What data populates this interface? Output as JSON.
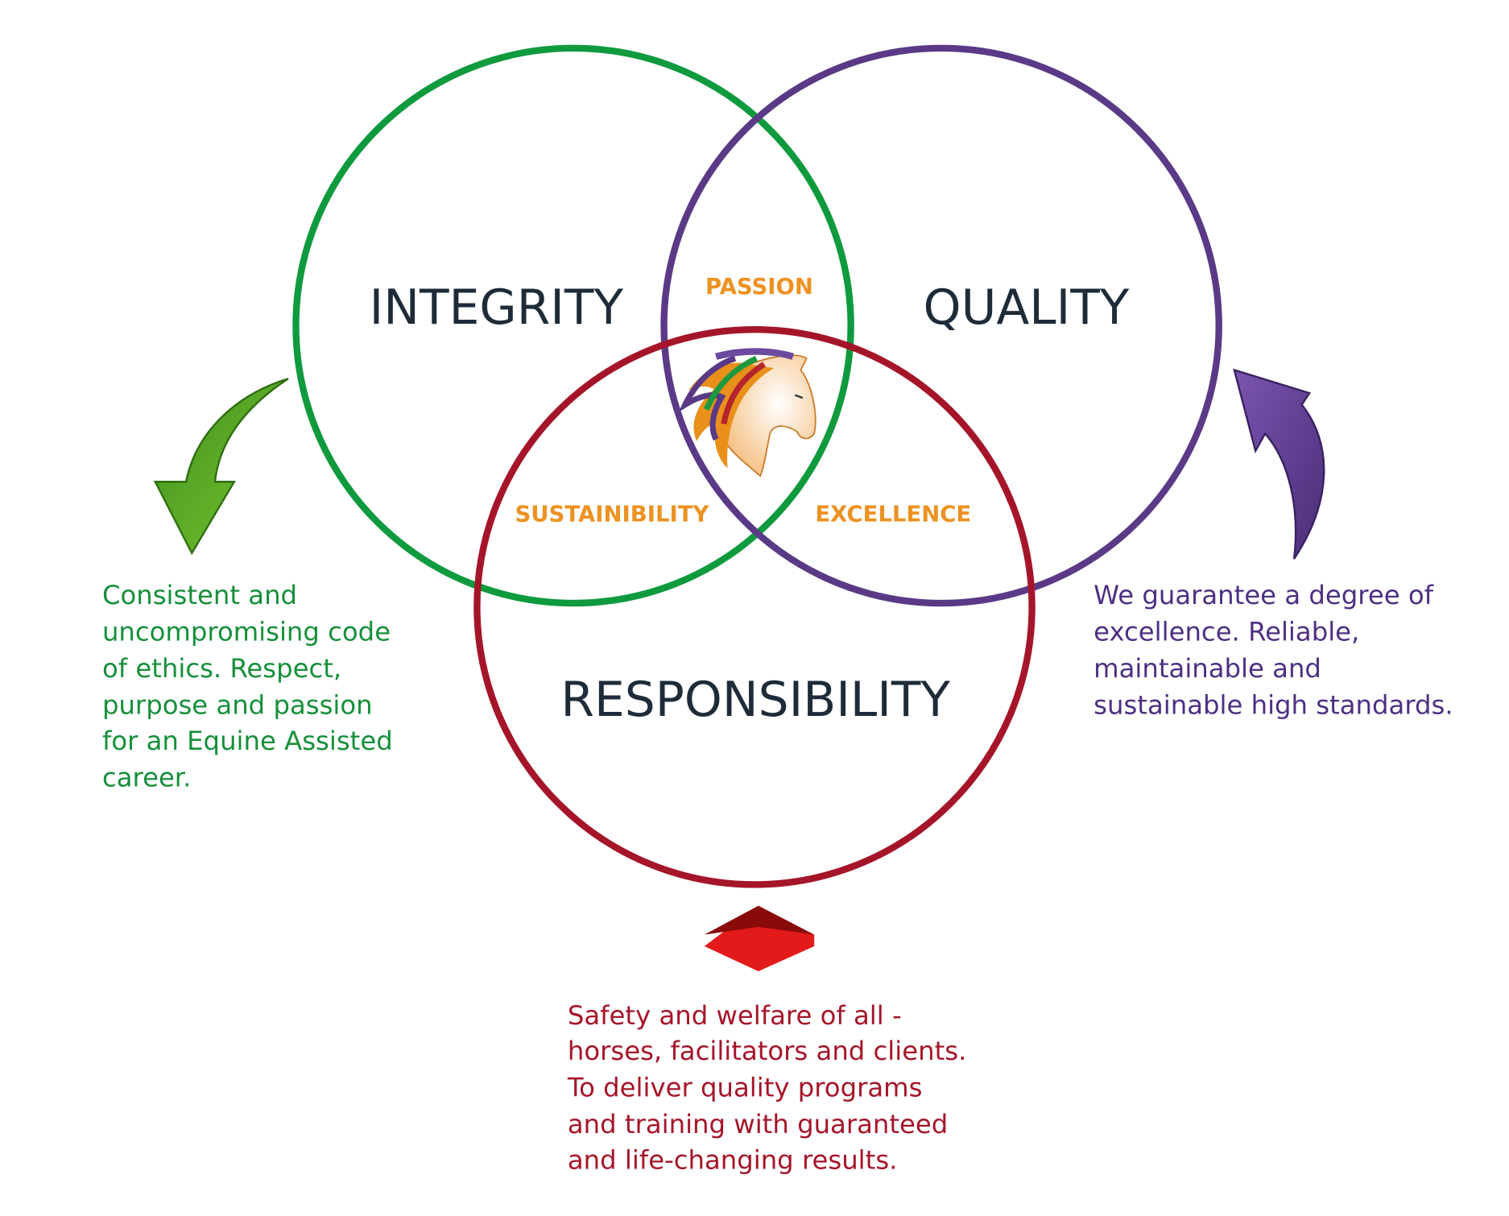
{
  "circles": {
    "integrity": {
      "label": "INTEGRITY",
      "color": "#0f9a3e"
    },
    "quality": {
      "label": "QUALITY",
      "color": "#5a3a86"
    },
    "responsibility": {
      "label": "RESPONSIBILITY",
      "color": "#a5152a"
    }
  },
  "overlaps": {
    "integrity_quality": "PASSION",
    "integrity_responsibility": "SUSTAINIBILITY",
    "quality_responsibility": "EXCELLENCE"
  },
  "center_logo": "horse-head-logo",
  "descriptions": {
    "integrity": [
      "Consistent and",
      "uncompromising code",
      "of ethics. Respect,",
      "purpose and passion",
      "for an Equine Assisted",
      "career."
    ],
    "quality": [
      "We guarantee a degree of",
      "excellence. Reliable,",
      "maintainable and",
      "sustainable high standards."
    ],
    "responsibility": [
      "Safety and welfare of all -",
      "horses, facilitators and clients.",
      "To deliver quality programs",
      "and training with guaranteed",
      "and life-changing results."
    ]
  },
  "colors": {
    "accent_orange": "#ec9222",
    "text_dark": "#1e2b38"
  }
}
